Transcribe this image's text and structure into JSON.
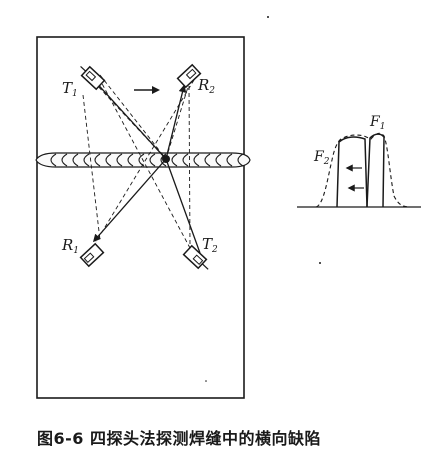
{
  "probe_labels": {
    "t1": {
      "letter": "T",
      "sub": "1"
    },
    "r2": {
      "letter": "R",
      "sub": "2"
    },
    "r1": {
      "letter": "R",
      "sub": "1"
    },
    "t2": {
      "letter": "T",
      "sub": "2"
    }
  },
  "echo_labels": {
    "f1": {
      "letter": "F",
      "sub": "1"
    },
    "f2": {
      "letter": "F",
      "sub": "2"
    }
  },
  "caption": "图6-6  四探头法探测焊缝中的横向缺陷",
  "colors": {
    "ink": "#1a1a1a",
    "paper": "#ffffff"
  }
}
